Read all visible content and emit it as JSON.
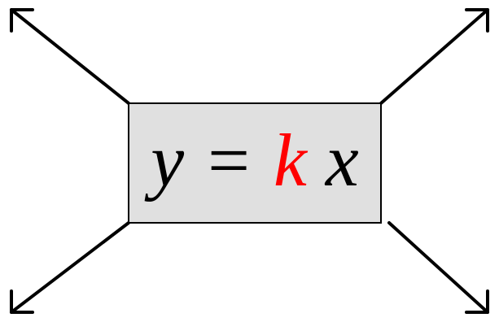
{
  "equation": {
    "lhs": "y",
    "equals": "=",
    "coefficient": "k",
    "variable": "x"
  },
  "colors": {
    "box_fill": "#e0e0e0",
    "box_stroke": "#000000",
    "text": "#000000",
    "coefficient": "#ff0000",
    "arrow": "#000000"
  },
  "icons": {
    "arrows": [
      "arrow-up-left-icon",
      "arrow-up-right-icon",
      "arrow-down-left-icon",
      "arrow-down-right-icon"
    ]
  }
}
